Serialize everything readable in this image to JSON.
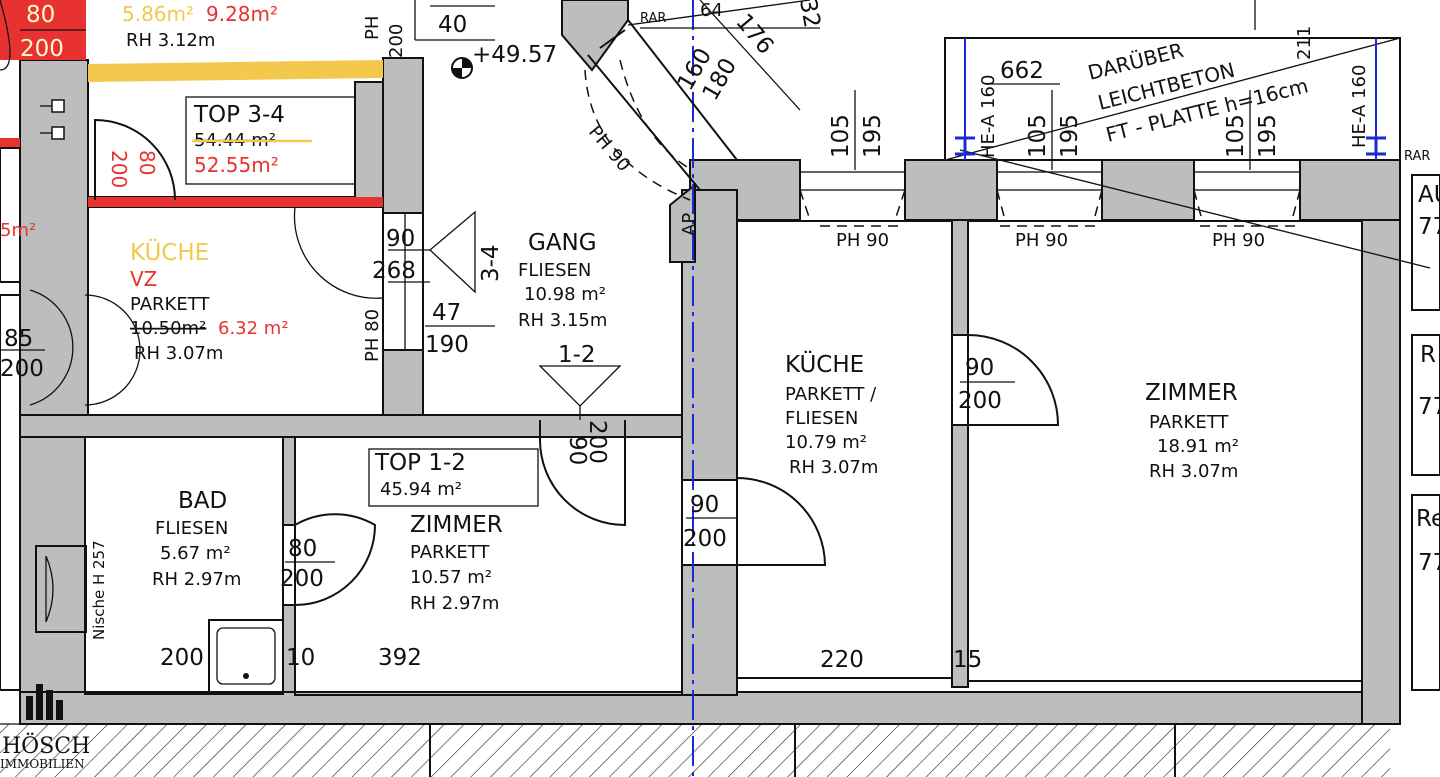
{
  "logo": {
    "line1": "HÖSCH",
    "line2": "IMMOBILIEN"
  },
  "colors": {
    "wall": "#bdbdbd",
    "accent_red": "#e8322f",
    "accent_yellow": "#f2c94c",
    "axis_blue": "#1b2ad8"
  },
  "left_unit": {
    "door_a": "80",
    "door_b": "200",
    "area_a": "5.86m²",
    "area_b": "9.28m²",
    "rh": "RH 3.12m",
    "top_label": "TOP 3-4",
    "top_old_area": "54.44 m²",
    "top_new_area": "52.55m²",
    "door_left_a": "200",
    "door_left_b": "80",
    "edge_area": "5m²",
    "edge_door_a": "85",
    "edge_door_b": "200"
  },
  "kueche_vz": {
    "name": "KÜCHE",
    "type": "VZ",
    "floor": "PARKETT",
    "old_area": "10.50m²",
    "new_area": "6.32 m²",
    "rh": "RH 3.07m"
  },
  "shaft": {
    "ph_top": "PH",
    "ph_top_val": "200",
    "label_40": "40",
    "level": "+49.57",
    "d_90": "90",
    "d_268": "268",
    "marker_34": "3-4",
    "d_47": "47",
    "d_190": "190",
    "ph_80": "PH 80",
    "rar": "RAR",
    "ap": "AP",
    "d_64": "64",
    "d_176": "176",
    "d_32": "32",
    "d_160": "160",
    "d_180": "180",
    "ph_90_diag": "PH 90"
  },
  "gang": {
    "name": "GANG",
    "floor": "FLIESEN",
    "area": "10.98 m²",
    "rh": "RH 3.15m",
    "marker": "1-2"
  },
  "bad": {
    "name": "BAD",
    "floor": "FLIESEN",
    "area": "5.67 m²",
    "rh": "RH 2.97m",
    "niche": "Nische H 257",
    "d_200": "200",
    "d_10": "10"
  },
  "zimmer_top12": {
    "top_label": "TOP 1-2",
    "top_area": "45.94 m²",
    "name": "ZIMMER",
    "floor": "PARKETT",
    "area": "10.57 m²",
    "rh": "RH 2.97m",
    "d_392": "392",
    "door_bad_a": "80",
    "door_bad_b": "200",
    "door_top_a": "90",
    "door_top_b": "200"
  },
  "kueche_right": {
    "name": "KÜCHE",
    "floor1": "PARKETT /",
    "floor2": "FLIESEN",
    "area": "10.79 m²",
    "rh": "RH 3.07m",
    "d_220": "220",
    "d_15": "15",
    "door_a": "90",
    "door_b": "200"
  },
  "zimmer_right": {
    "name": "ZIMMER",
    "floor": "PARKETT",
    "area": "18.91 m²",
    "rh": "RH 3.07m",
    "door_a": "90",
    "door_b": "200"
  },
  "windows": {
    "w105": "105",
    "w195": "195",
    "ph90": "PH 90"
  },
  "lintel": {
    "d_662": "662",
    "line1": "DARÜBER",
    "line2": "LEICHTBETON",
    "line3": "FT - PLATTE h=16cm",
    "he_a": "HE-A 160",
    "d_211": "211",
    "rar": "RAR"
  },
  "right_edge": {
    "a": "AU",
    "a_num": "77",
    "r": "R",
    "r_num": "77",
    "re": "Re",
    "re_num": "77"
  }
}
